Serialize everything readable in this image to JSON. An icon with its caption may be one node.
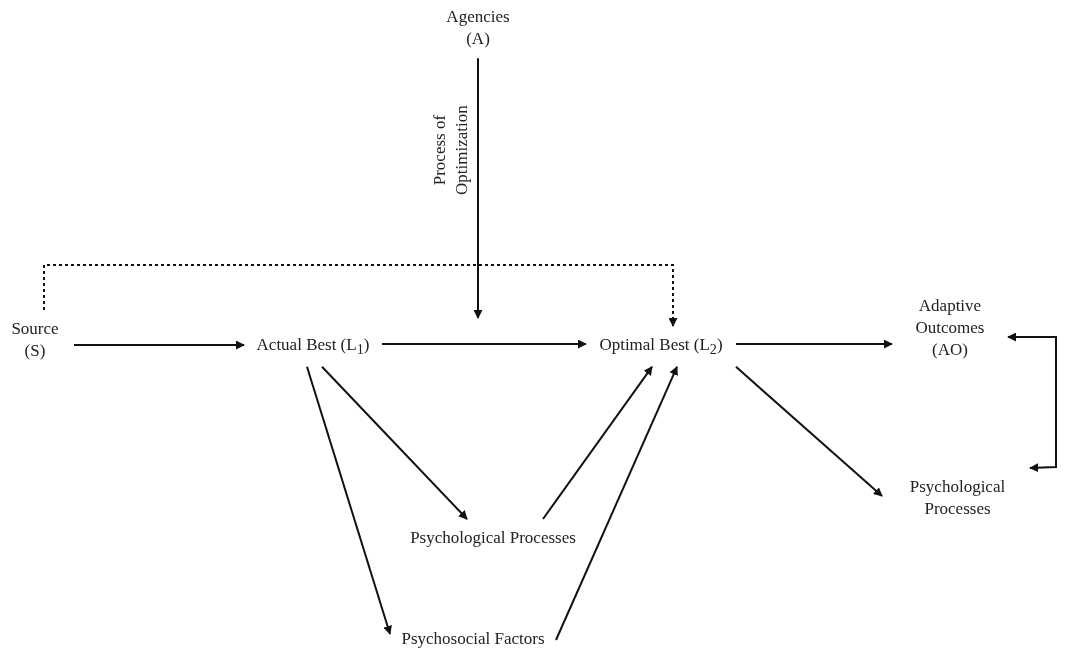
{
  "diagram": {
    "nodes": [
      {
        "text": [
          "Agencies (A)"
        ]
      },
      {
        "text": [
          "Source (S)"
        ]
      },
      {
        "text": [
          "Actual Best (L$_{1}$)"
        ]
      },
      {
        "text": [
          "Optimal Best (L$_{2}$)"
        ]
      },
      {
        "text": [
          "Adaptive Outcomes (AO)"
        ]
      },
      {
        "text": [
          "Psychological Processes"
        ]
      },
      {
        "text": [
          "Psychological Processes"
        ]
      },
      {
        "text": [
          "Psychosocial Factors"
        ]
      }
    ],
    "edges": [
      {
        "from": 0,
        "to": null,
        "arrow": "to",
        "label": "Process of Optimization"
      },
      {
        "from": 1,
        "to": 2,
        "arrow": "to"
      },
      {
        "from": 2,
        "to": 3,
        "arrow": "to"
      },
      {
        "from": 1,
        "to": 3,
        "arrow": "to",
        "style": "dashed"
      },
      {
        "from": 3,
        "to": 4,
        "arrow": "to"
      },
      {
        "from": 3,
        "to": 6,
        "arrow": "to"
      },
      {
        "from": 2,
        "to": 5,
        "arrow": "to"
      },
      {
        "from": 2,
        "to": 7,
        "arrow": "to"
      },
      {
        "from": 5,
        "to": 3,
        "arrow": "to"
      },
      {
        "from": 7,
        "to": 3,
        "arrow": "to"
      },
      {
        "from": 4,
        "to": 6,
        "arrow": "both"
      }
    ]
  }
}
